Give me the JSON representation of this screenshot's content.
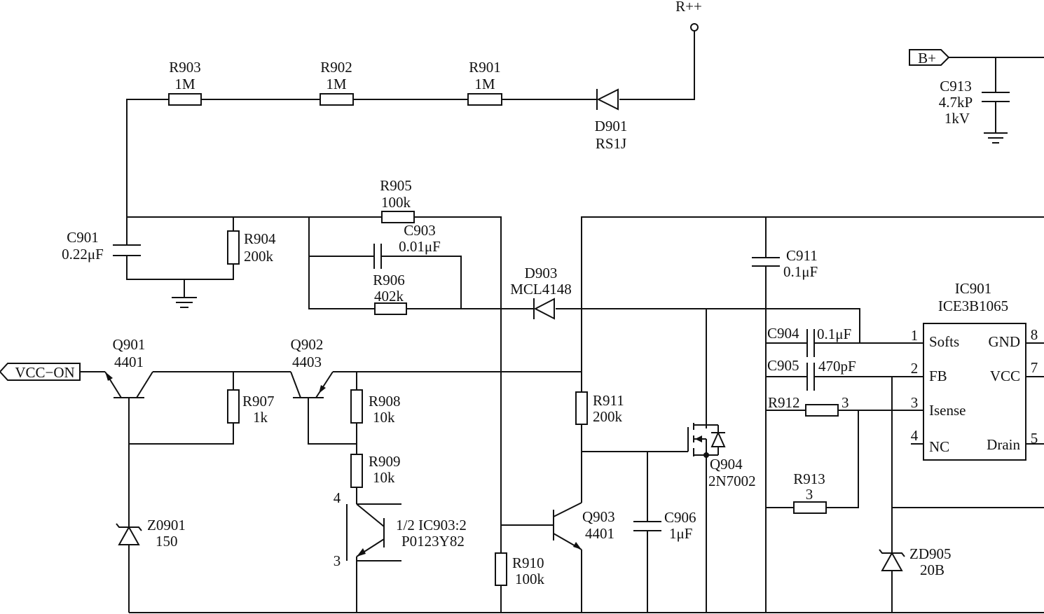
{
  "nets": {
    "rpp": "R++",
    "bplus": "B+",
    "vcc_on": "VCC−ON"
  },
  "components": {
    "r903": {
      "ref": "R903",
      "value": "1M"
    },
    "r902": {
      "ref": "R902",
      "value": "1M"
    },
    "r901": {
      "ref": "R901",
      "value": "1M"
    },
    "d901": {
      "ref": "D901",
      "value": "RS1J"
    },
    "c913": {
      "ref": "C913",
      "value": "4.7kP",
      "rating": "1kV"
    },
    "c901": {
      "ref": "C901",
      "value": "0.22μF"
    },
    "r904": {
      "ref": "R904",
      "value": "200k"
    },
    "r905": {
      "ref": "R905",
      "value": "100k"
    },
    "c903": {
      "ref": "C903",
      "value": "0.01μF"
    },
    "r906": {
      "ref": "R906",
      "value": "402k"
    },
    "d903": {
      "ref": "D903",
      "value": "MCL4148"
    },
    "c911": {
      "ref": "C911",
      "value": "0.1μF"
    },
    "c904": {
      "ref": "C904",
      "value": "0.1μF"
    },
    "c905": {
      "ref": "C905",
      "value": "470pF"
    },
    "r912": {
      "ref": "R912",
      "value": "3"
    },
    "r913": {
      "ref": "R913",
      "value": "3"
    },
    "q901": {
      "ref": "Q901",
      "value": "4401"
    },
    "q902": {
      "ref": "Q902",
      "value": "4403"
    },
    "r907": {
      "ref": "R907",
      "value": "1k"
    },
    "r908": {
      "ref": "R908",
      "value": "10k"
    },
    "r909": {
      "ref": "R909",
      "value": "10k"
    },
    "r911": {
      "ref": "R911",
      "value": "200k"
    },
    "r910": {
      "ref": "R910",
      "value": "100k"
    },
    "q903": {
      "ref": "Q903",
      "value": "4401"
    },
    "c906": {
      "ref": "C906",
      "value": "1μF"
    },
    "q904": {
      "ref": "Q904",
      "value": "2N7002"
    },
    "z0901": {
      "ref": "Z0901",
      "value": "150"
    },
    "zd905": {
      "ref": "ZD905",
      "value": "20B"
    },
    "ic903": {
      "ref": "1/2  IC903:2",
      "value": "P0123Y82",
      "pin_top": "4",
      "pin_bottom": "3"
    }
  },
  "ic901": {
    "ref": "IC901",
    "part": "ICE3B1065",
    "left_pins": [
      {
        "num": "1",
        "name": "Softs"
      },
      {
        "num": "2",
        "name": "FB"
      },
      {
        "num": "3",
        "name": "Isense"
      },
      {
        "num": "4",
        "name": "NC"
      }
    ],
    "right_pins": [
      {
        "num": "8",
        "name": "GND"
      },
      {
        "num": "7",
        "name": "VCC"
      },
      {
        "num": "5",
        "name": "Drain"
      }
    ]
  }
}
